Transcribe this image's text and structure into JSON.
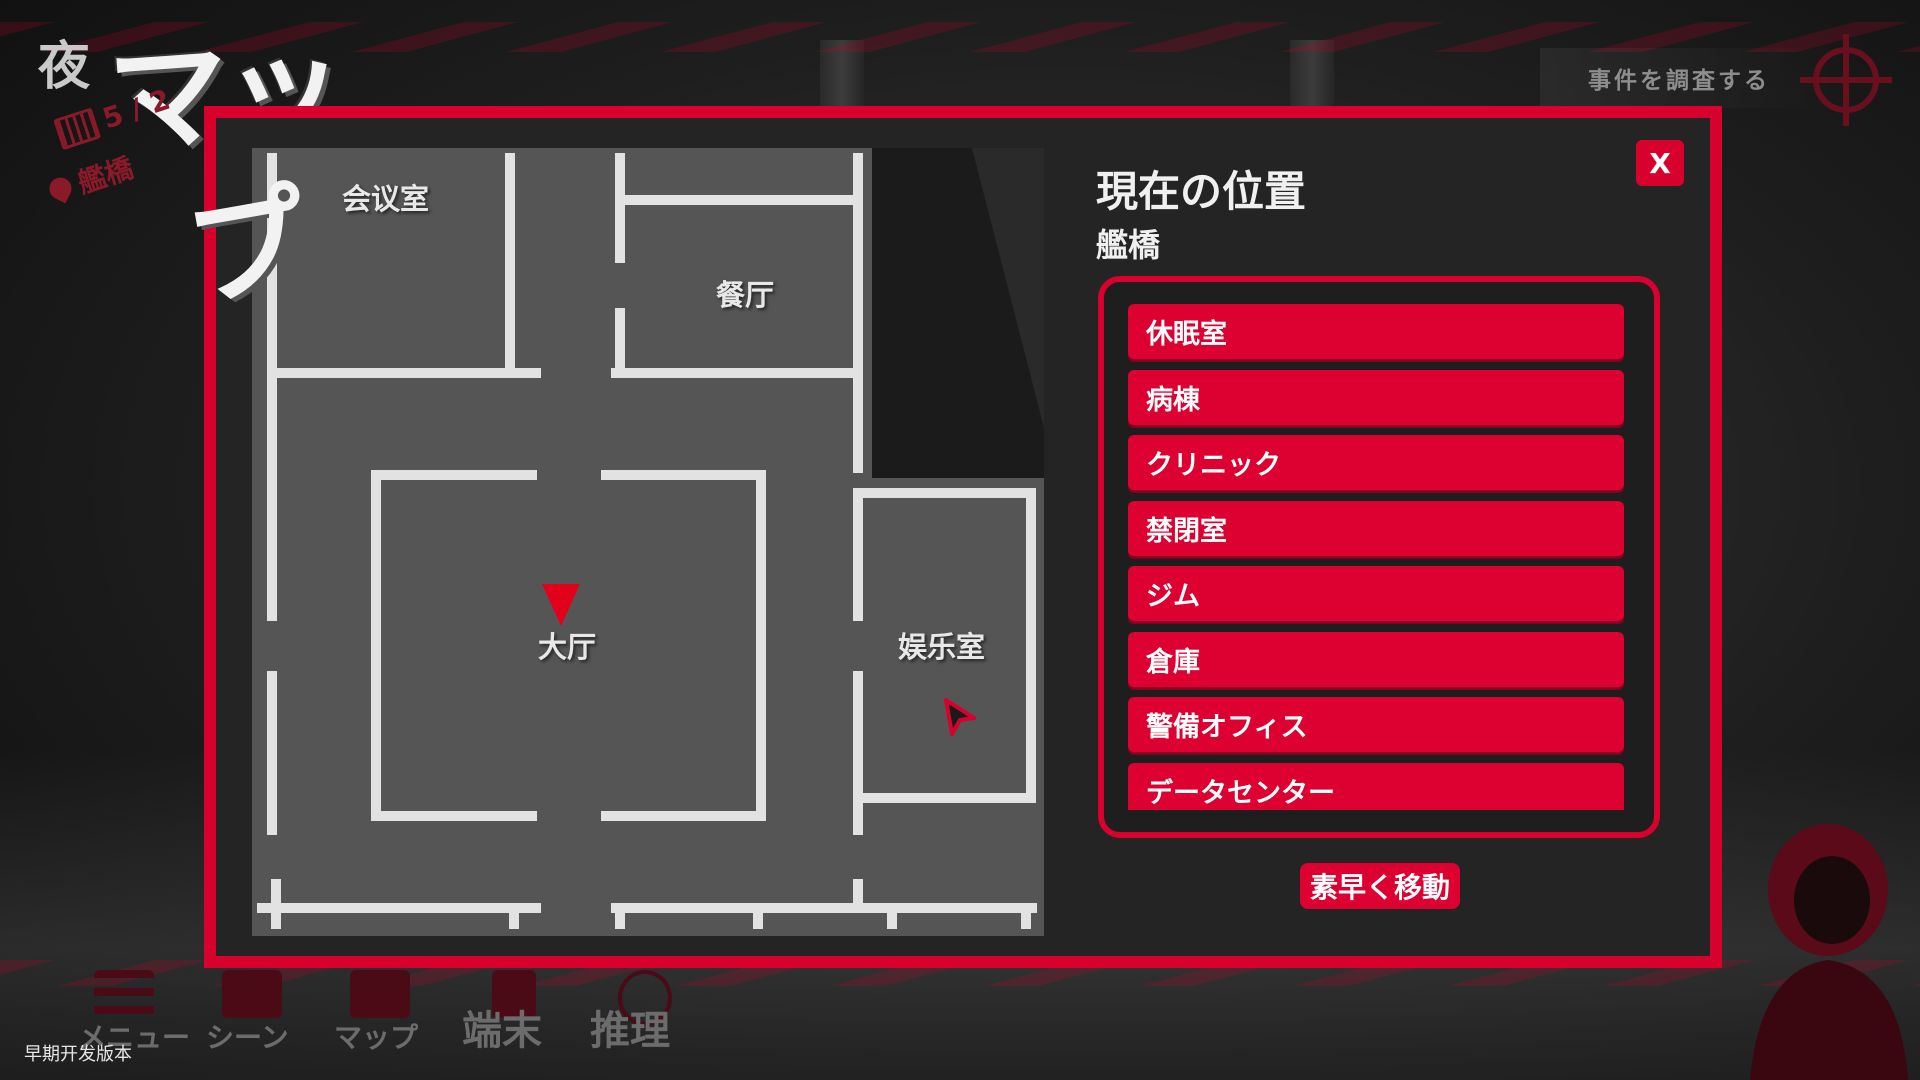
{
  "hud": {
    "time_of_day": "夜",
    "screen_title_line1": "マッ",
    "screen_title_line2": "プ",
    "date": "5 / 2",
    "location": "艦橋",
    "investigate_label": "事件を調査する"
  },
  "map": {
    "rooms": {
      "meeting_room": "会议室",
      "dining_hall": "餐厅",
      "main_hall": "大厅",
      "recreation_room": "娱乐室"
    }
  },
  "panel": {
    "close_label": "X",
    "current_position_title": "現在の位置",
    "current_position_name": "艦橋",
    "destinations": [
      "休眠室",
      "病棟",
      "クリニック",
      "禁閉室",
      "ジム",
      "倉庫",
      "警備オフィス",
      "データセンター"
    ],
    "fast_travel_label": "素早く移動"
  },
  "nav": {
    "menu": "メニュー",
    "scene": "シーン",
    "map": "マップ",
    "terminal": "端末",
    "deduction": "推理"
  },
  "footer": {
    "early_access": "早期开发版本"
  },
  "colors": {
    "accent": "#d8012e",
    "panel_bg": "#242424",
    "map_floor": "#555555",
    "map_wall": "#e2e2e2",
    "player_marker": "#e3001b"
  }
}
